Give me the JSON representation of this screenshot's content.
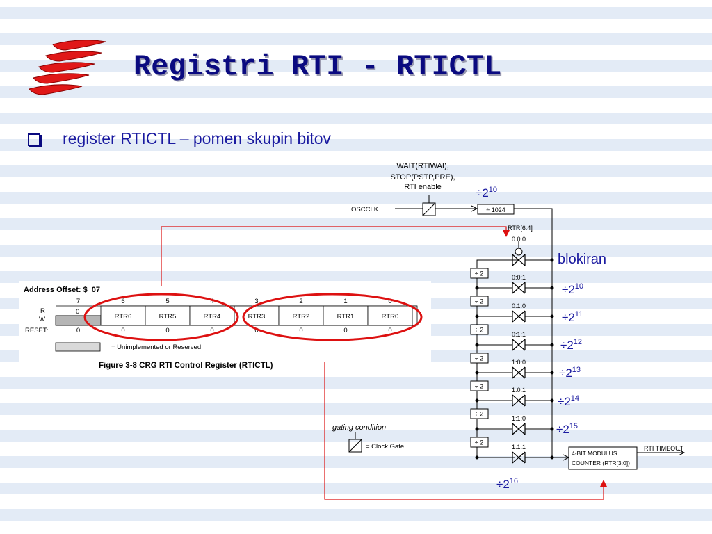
{
  "slide": {
    "title": "Registri RTI - RTICTL",
    "bullet": "register RTICTL – pomen skupin bitov"
  },
  "register": {
    "address_offset": "Address Offset: $_07",
    "bit_numbers": [
      "7",
      "6",
      "5",
      "4",
      "3",
      "2",
      "1",
      "0"
    ],
    "row_r": "R",
    "row_w": "W",
    "row_reset": "RESET:",
    "bit0_read": "0",
    "fields": [
      "RTR6",
      "RTR5",
      "RTR4",
      "RTR3",
      "RTR2",
      "RTR1",
      "RTR0"
    ],
    "reset_values": [
      "0",
      "0",
      "0",
      "0",
      "0",
      "0",
      "0",
      "0"
    ],
    "legend": "= Unimplemented or Reserved",
    "caption": "Figure 3-8  CRG RTI Control Register (RTICTL)"
  },
  "block_diagram": {
    "gate_condition": [
      "WAIT(RTIWAI),",
      "STOP(PSTP,PRE),",
      "RTI enable"
    ],
    "oscclk": "OSCCLK",
    "div1024": "÷ 1024",
    "rtr_field": "RTR[6:4]",
    "taps": [
      "0:0:0",
      "0:0:1",
      "0:1:0",
      "0:1:1",
      "1:0:0",
      "1:0:1",
      "1:1:0",
      "1:1:1"
    ],
    "div2": "÷ 2",
    "counter": [
      "4-BIT MODULUS",
      "COUNTER (RTR[3:0])"
    ],
    "timeout": "RTI TIMEOUT",
    "gating_condition": "gating condition",
    "clock_gate": "= Clock Gate"
  },
  "annotations": {
    "blocked": "blokiran",
    "divider_sign": "÷2",
    "top_exponent": "10",
    "exponents": [
      "10",
      "11",
      "12",
      "13",
      "14",
      "15",
      "16"
    ]
  },
  "colors": {
    "title": "#0a0a80",
    "annotation": "#1a1aa0",
    "highlight": "#dd1111",
    "stripe": "#dce6f4"
  }
}
